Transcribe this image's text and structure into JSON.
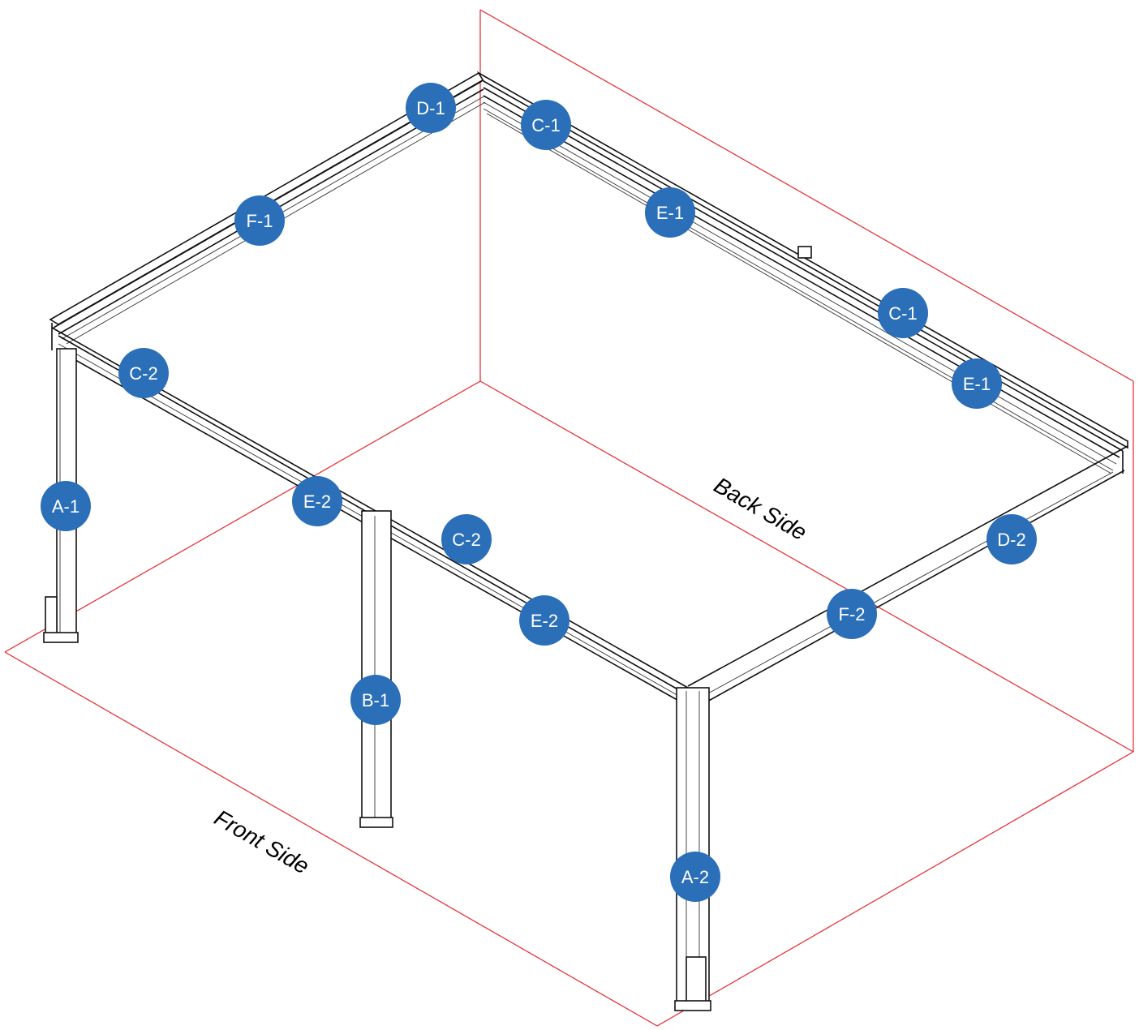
{
  "colors": {
    "badge": "#2a6fb8",
    "badge_text": "#ffffff",
    "boundary": "#e8242b",
    "frame": "#111111"
  },
  "labels": {
    "back_side": "Back Side",
    "front_side": "Front Side"
  },
  "badges": [
    {
      "id": "badge-d1",
      "text": "D-1"
    },
    {
      "id": "badge-c1-top",
      "text": "C-1"
    },
    {
      "id": "badge-f1",
      "text": "F-1"
    },
    {
      "id": "badge-e1-top",
      "text": "E-1"
    },
    {
      "id": "badge-c1-right",
      "text": "C-1"
    },
    {
      "id": "badge-e1-right",
      "text": "E-1"
    },
    {
      "id": "badge-c2-left",
      "text": "C-2"
    },
    {
      "id": "badge-a1",
      "text": "A-1"
    },
    {
      "id": "badge-e2-left",
      "text": "E-2"
    },
    {
      "id": "badge-c2-mid",
      "text": "C-2"
    },
    {
      "id": "badge-d2",
      "text": "D-2"
    },
    {
      "id": "badge-e2-mid",
      "text": "E-2"
    },
    {
      "id": "badge-f2",
      "text": "F-2"
    },
    {
      "id": "badge-b1",
      "text": "B-1"
    },
    {
      "id": "badge-a2",
      "text": "A-2"
    }
  ]
}
